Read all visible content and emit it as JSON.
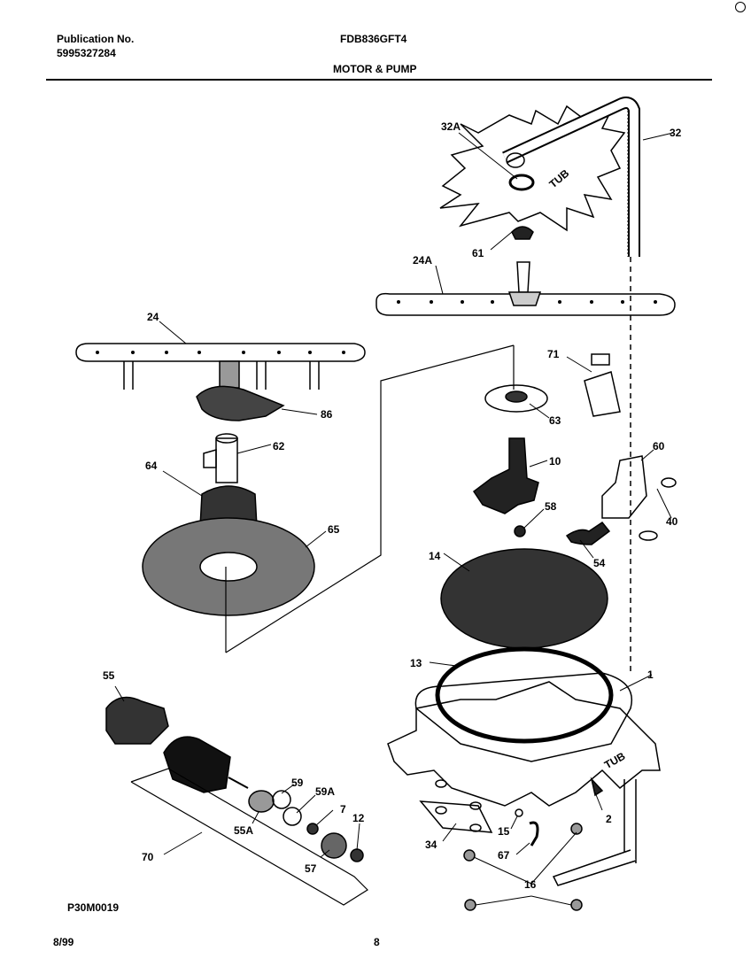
{
  "header": {
    "publication_label": "Publication No.",
    "publication_number": "5995327284",
    "model": "FDB836GFT4",
    "section_title": "MOTOR & PUMP"
  },
  "diagram": {
    "tub_label": "TUB",
    "parts": {
      "p32A": "32A",
      "p32": "32",
      "p61": "61",
      "p24A": "24A",
      "p24": "24",
      "p71": "71",
      "p86": "86",
      "p63": "63",
      "p62": "62",
      "p10": "10",
      "p64": "64",
      "p60": "60",
      "p58": "58",
      "p40": "40",
      "p65": "65",
      "p14": "14",
      "p54": "54",
      "p55": "55",
      "p13": "13",
      "p1": "1",
      "p59": "59",
      "p59A": "59A",
      "p7": "7",
      "p12": "12",
      "p55A": "55A",
      "p70": "70",
      "p57": "57",
      "p34": "34",
      "p15": "15",
      "p2": "2",
      "p67": "67",
      "p16": "16"
    }
  },
  "footer": {
    "diagram_code": "P30M0019",
    "date": "8/99",
    "page": "8"
  }
}
